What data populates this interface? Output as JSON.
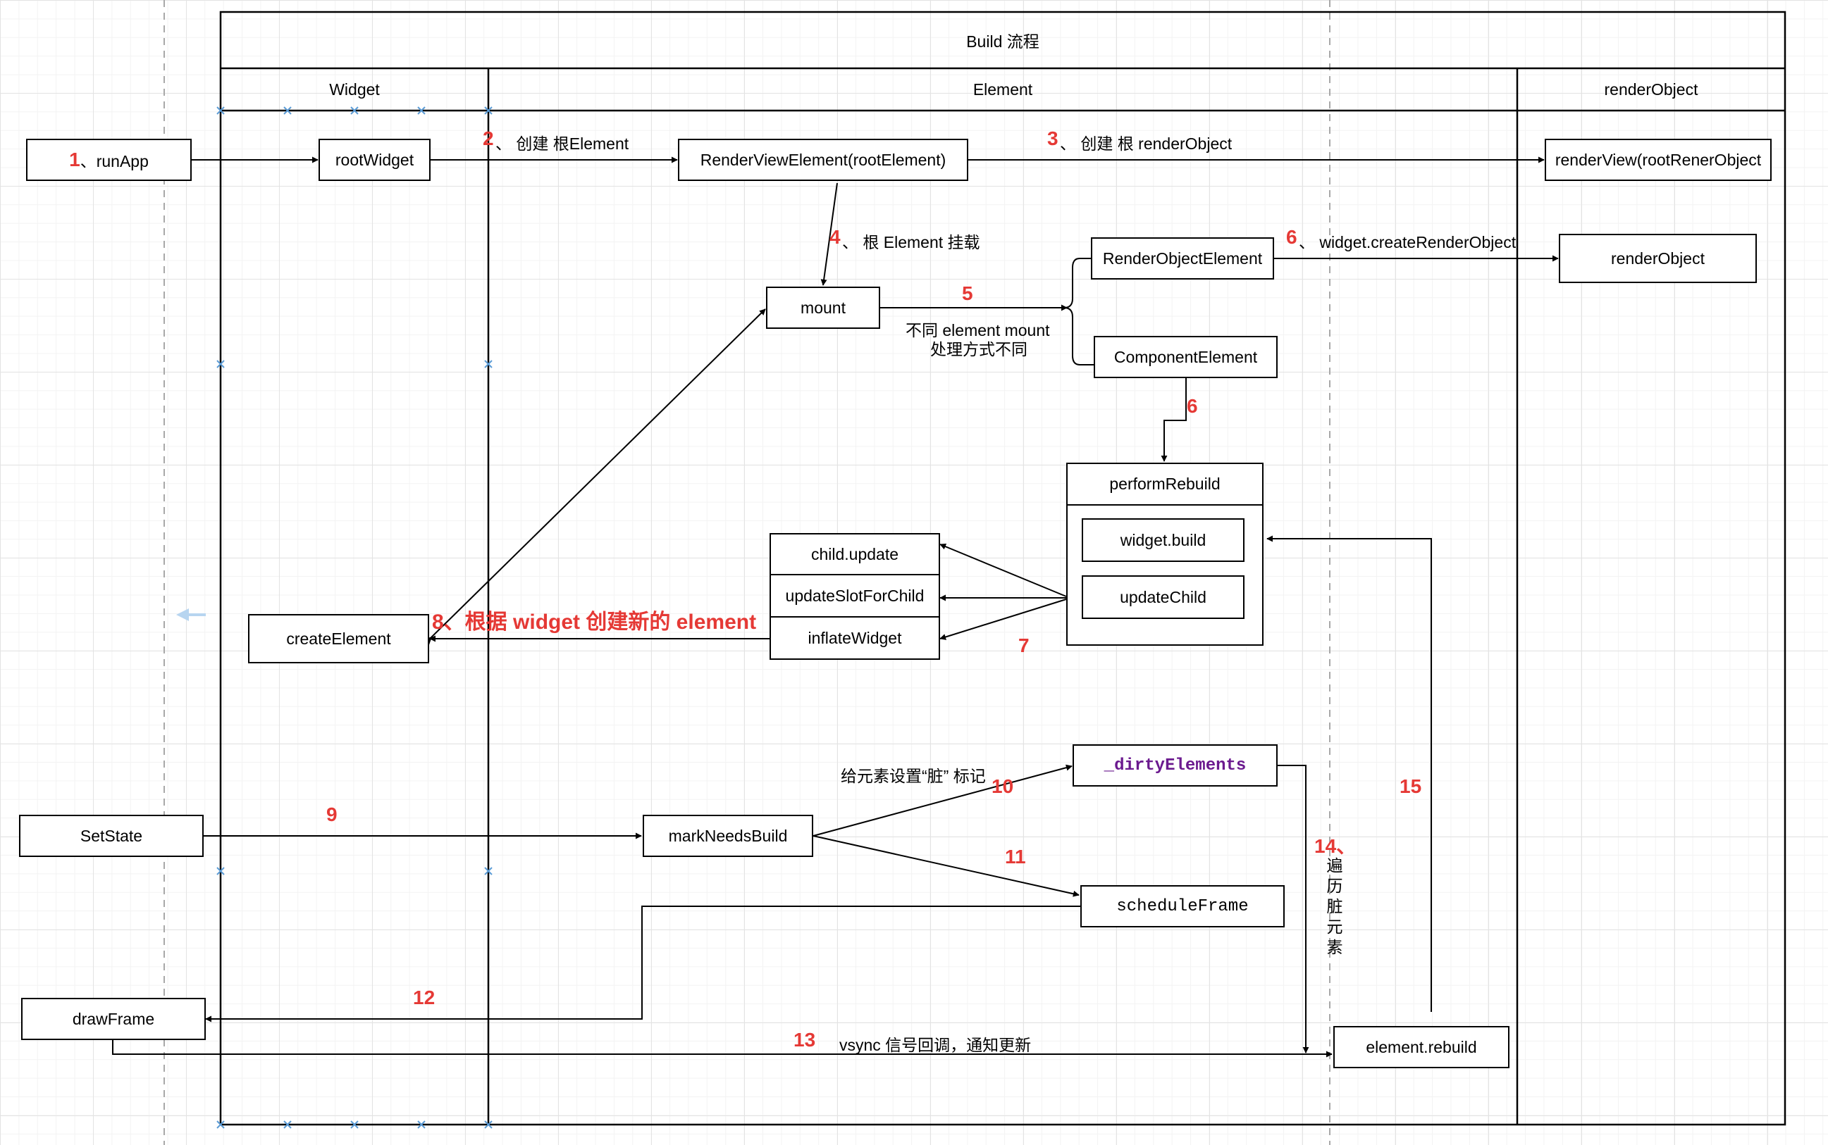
{
  "pool": {
    "title": "Build 流程",
    "lanes": [
      "Widget",
      "Element",
      "renderObject"
    ]
  },
  "nodes": {
    "runApp_num": "1",
    "runApp_text": "、runApp",
    "rootWidget": "rootWidget",
    "renderViewElement": "RenderViewElement(rootElement)",
    "renderView": "renderView(rootRenerObject",
    "mount": "mount",
    "renderObjectElement": "RenderObjectElement",
    "renderObject": "renderObject",
    "componentElement": "ComponentElement",
    "performRebuild": "performRebuild",
    "widgetBuild": "widget.build",
    "updateChild": "updateChild",
    "childUpdate": "child.update",
    "updateSlotForChild": "updateSlotForChild",
    "inflateWidget": "inflateWidget",
    "createElement": "createElement",
    "setState": "SetState",
    "markNeedsBuild": "markNeedsBuild",
    "dirtyElements": "_dirtyElements",
    "scheduleFrame": "scheduleFrame",
    "drawFrame": "drawFrame",
    "elementRebuild": "element.rebuild"
  },
  "labels": {
    "step2_num": "2",
    "step2_text": "、 创建 根Element",
    "step3_num": "3",
    "step3_text": "、 创建 根 renderObject",
    "step4_num": "4",
    "step4_text": "、 根 Element 挂载",
    "step5_num": "5",
    "step5_line1": "不同 element mount",
    "step5_line2": "处理方式不同",
    "step6a_num": "6",
    "step6a_text": "、 widget.createRenderObject",
    "step6b_num": "6",
    "step7_num": "7",
    "step8": "8、根据 widget 创建新的 element",
    "step9_num": "9",
    "step10_text": "给元素设置“脏” 标记",
    "step10_num": "10",
    "step11_num": "11",
    "step12_num": "12",
    "step13_num": "13",
    "step13_text": "vsync 信号回调，通知更新",
    "step14_num": "14、",
    "step14_text": "遍历脏元素",
    "step15_num": "15"
  }
}
